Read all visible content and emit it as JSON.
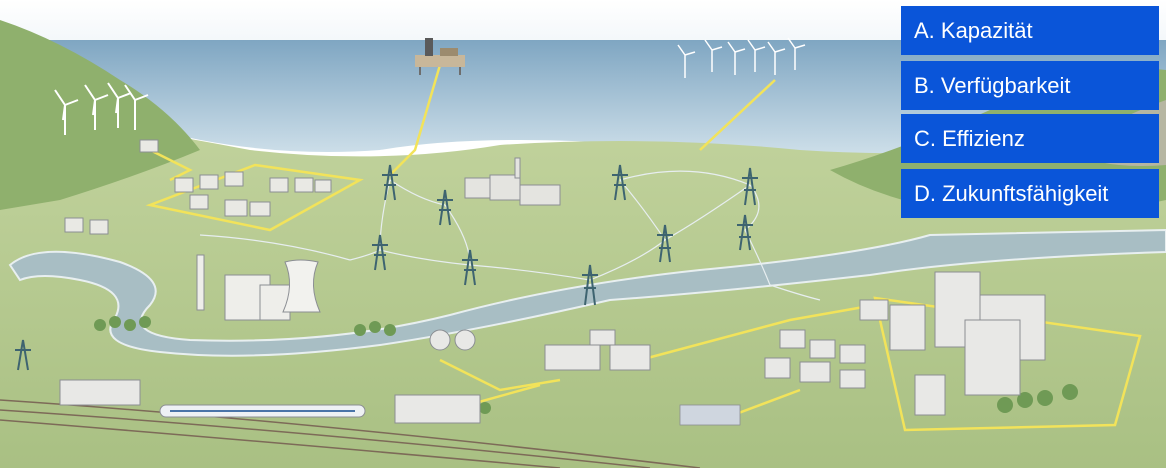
{
  "labels": [
    {
      "text": "A. Kapazität"
    },
    {
      "text": "B. Verfügbarkeit"
    },
    {
      "text": "C. Effizienz"
    },
    {
      "text": "D. Zukunftsfähigkeit"
    }
  ],
  "colors": {
    "label_bg": "#0a55d9",
    "label_text": "#ffffff",
    "sea": "#b9d3e3",
    "land": "#b4c98e",
    "river": "#a8bec4",
    "grid_line": "#f2e35a",
    "pylon": "#3e6470"
  },
  "icons": [
    "wind-turbine-icon",
    "oil-platform-icon",
    "pylon-icon",
    "power-plant-icon",
    "cooling-tower-icon",
    "train-icon"
  ]
}
